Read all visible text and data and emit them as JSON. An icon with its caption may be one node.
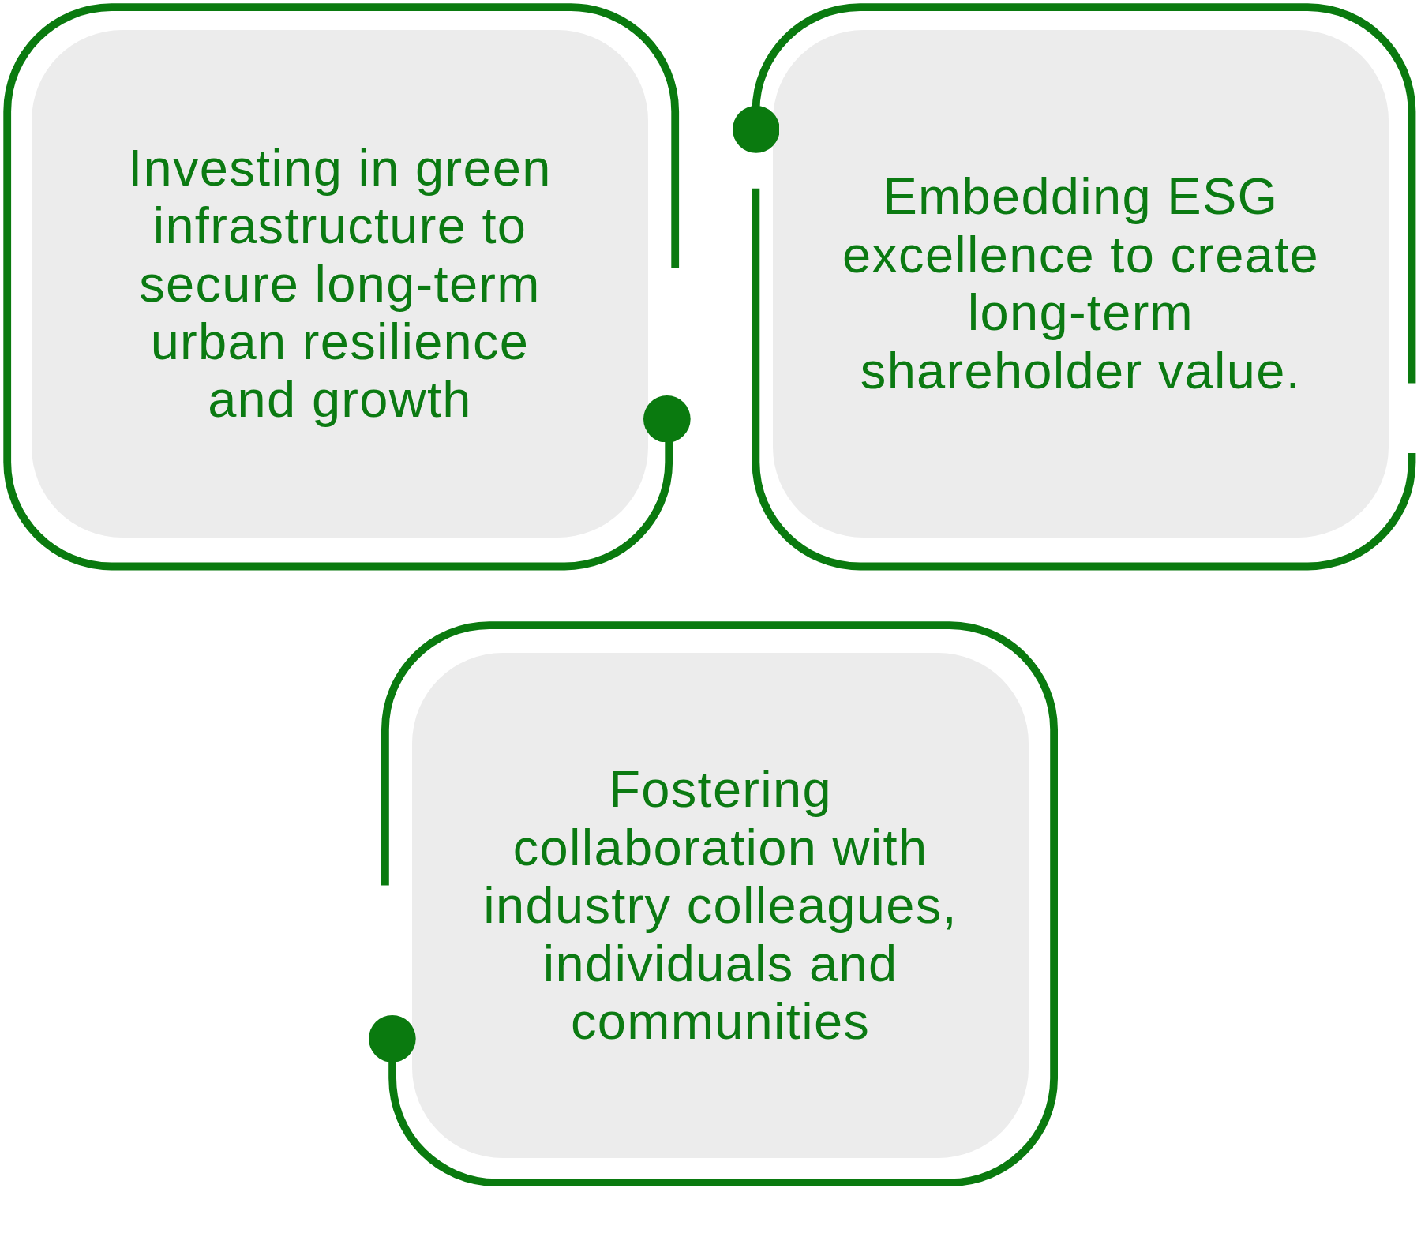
{
  "diagram": {
    "nodes": [
      {
        "text": [
          "Investing in green infrastructure to secure long-term urban resilience and growth"
        ]
      },
      {
        "text": [
          "Embedding ESG excellence to create long-term shareholder value."
        ]
      },
      {
        "text": [
          "Fostering collaboration with industry colleagues, individuals and communities"
        ]
      }
    ]
  }
}
